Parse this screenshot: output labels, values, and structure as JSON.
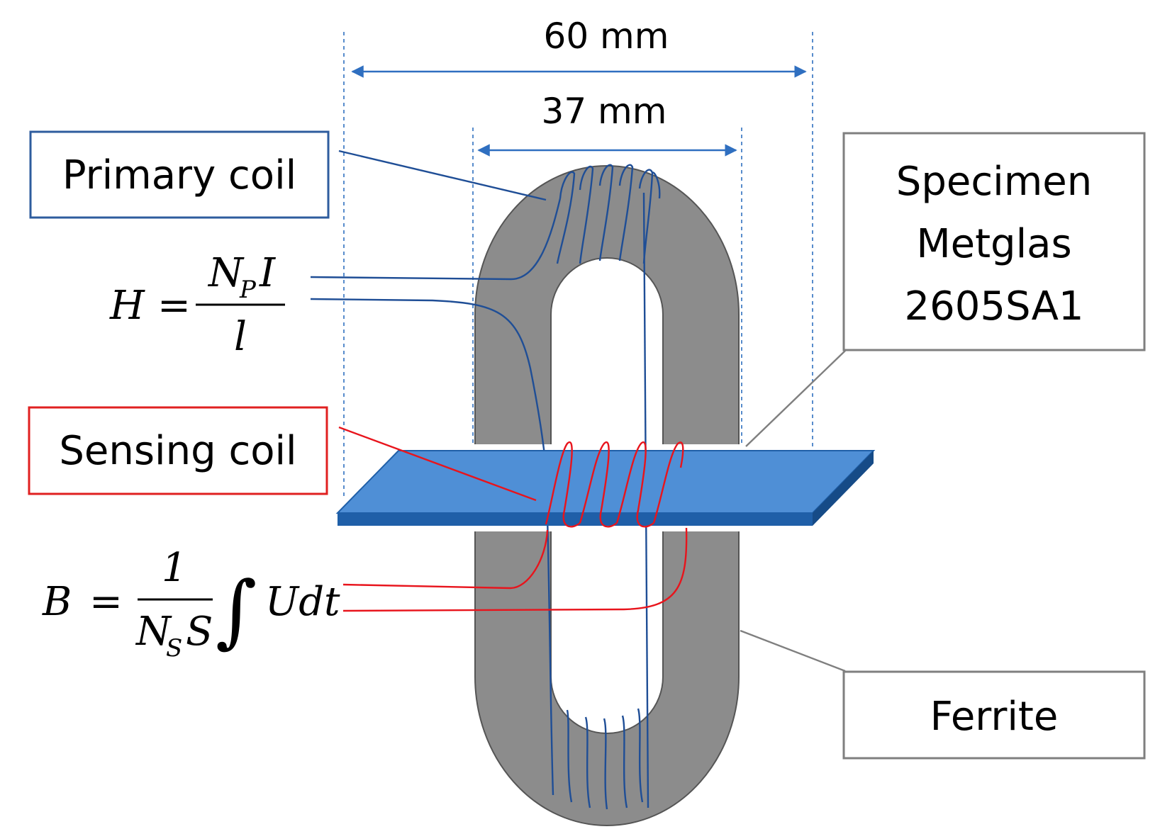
{
  "dimensions": {
    "outer_width": "60 mm",
    "inner_width": "37 mm"
  },
  "labels": {
    "primary_coil": "Primary coil",
    "sensing_coil": "Sensing coil",
    "specimen_line1": "Specimen",
    "specimen_line2": "Metglas",
    "specimen_line3": "2605SA1",
    "ferrite": "Ferrite"
  },
  "equations": {
    "h": {
      "lhs": "H",
      "eq": "=",
      "num_main": "N",
      "num_sub": "P",
      "num_tail": "I",
      "den": "l"
    },
    "b": {
      "lhs": "B",
      "eq": "=",
      "num": "1",
      "den_main": "N",
      "den_sub": "S",
      "den_tail": "S",
      "integral": "∫",
      "integrand": "Udt"
    }
  },
  "colors": {
    "ferrite_fill": "#8c8c8c",
    "specimen_fill": "#4f8fd6",
    "specimen_edge": "#1f5fa8",
    "primary_wire": "#1f4e96",
    "sensing_wire": "#e8141c",
    "primary_box_border": "#2e5c9e",
    "sensing_box_border": "#e02020",
    "neutral_box_border": "#7f7f7f",
    "dimension_arrow": "#2f6fc0"
  }
}
